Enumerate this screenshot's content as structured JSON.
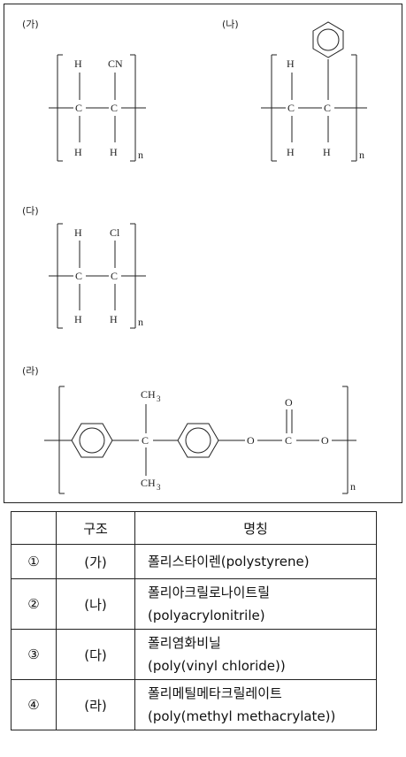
{
  "structures": {
    "ga": {
      "label": "(가)",
      "sub": {
        "top_right": "CN",
        "h": "H",
        "c": "C",
        "n": "n"
      }
    },
    "na": {
      "label": "(나)",
      "sub": {
        "h": "H",
        "c": "C",
        "n": "n"
      }
    },
    "da": {
      "label": "(다)",
      "sub": {
        "top_right": "Cl",
        "h": "H",
        "c": "C",
        "n": "n"
      }
    },
    "ra": {
      "label": "(라)",
      "sub": {
        "ch3": "CH",
        "ch3_sub": "3",
        "c": "C",
        "o": "O",
        "n": "n"
      }
    }
  },
  "table": {
    "headers": [
      "",
      "구조",
      "명칭"
    ],
    "rows": [
      {
        "num": "①",
        "structure": "(가)",
        "name_line1": "폴리스타이렌(polystyrene)",
        "name_line2": ""
      },
      {
        "num": "②",
        "structure": "(나)",
        "name_line1": "폴리아크릴로나이트릴",
        "name_line2": "(polyacrylonitrile)"
      },
      {
        "num": "③",
        "structure": "(다)",
        "name_line1": "폴리염화비닐",
        "name_line2": "(poly(vinyl chloride))"
      },
      {
        "num": "④",
        "structure": "(라)",
        "name_line1": "폴리메틸메타크릴레이트",
        "name_line2": "(poly(methyl methacrylate))"
      }
    ]
  }
}
